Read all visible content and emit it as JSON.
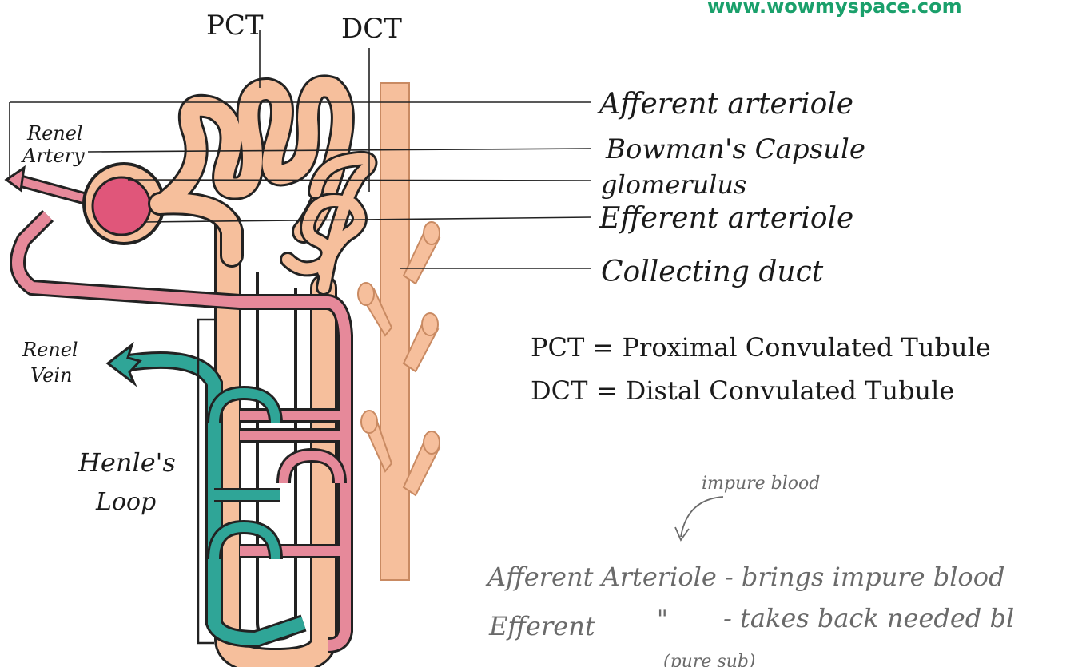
{
  "watermark": "www.wowmyspace.com",
  "top_labels": {
    "pct": "PCT",
    "dct": "DCT"
  },
  "left_labels": {
    "renal_artery_1": "Renel",
    "renal_artery_2": "Artery",
    "renal_vein_1": "Renel",
    "renal_vein_2": "Vein",
    "henle_1": "Henle's",
    "henle_2": "Loop"
  },
  "right_labels": [
    "Afferent arteriole",
    "Bowman's Capsule",
    "glomerulus",
    "Efferent arteriole",
    "Collecting duct"
  ],
  "abbreviations": [
    "PCT = Proximal Convulated Tubule",
    "DCT = Distal Convulated Tubule"
  ],
  "notes": {
    "annotation": "impure blood",
    "line1": "Afferent Arteriole - brings impure blood",
    "line2_a": "Efferent",
    "line2_b": "\"",
    "line2_c": "- takes back needed bl",
    "line3": "(pure sub)"
  },
  "colors": {
    "tubule": "#f6bf9c",
    "artery": "#e6899a",
    "glomerulus": "#e0567a",
    "vein": "#2fa597",
    "outline": "#222222",
    "watermark": "#1aa06b"
  }
}
